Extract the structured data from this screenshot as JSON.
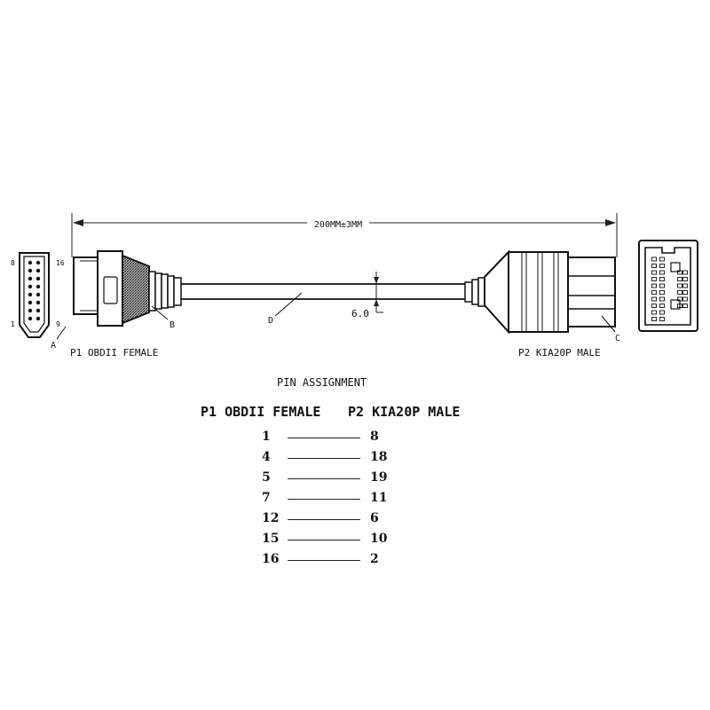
{
  "dimension": {
    "length": "200MM±3MM",
    "cable_diameter": "6.0"
  },
  "callouts": {
    "a": "A",
    "b": "B",
    "c": "C",
    "d": "D"
  },
  "p1_pin_numbers": {
    "top_left": "8",
    "top_right": "16",
    "bottom_left": "1",
    "bottom_right": "9"
  },
  "p1_label": "P1 OBDII FEMALE",
  "p2_label": "P2 KIA20P MALE",
  "pin_assignment": {
    "title": "PIN ASSIGNMENT",
    "col_p1": "P1 OBDII FEMALE",
    "col_p2": "P2 KIA20P MALE",
    "rows": [
      {
        "p1": "1",
        "p2": "8"
      },
      {
        "p1": "4",
        "p2": "18"
      },
      {
        "p1": "5",
        "p2": "19"
      },
      {
        "p1": "7",
        "p2": "11"
      },
      {
        "p1": "12",
        "p2": "6"
      },
      {
        "p1": "15",
        "p2": "10"
      },
      {
        "p1": "16",
        "p2": "2"
      }
    ]
  },
  "colors": {
    "ink": "#111111",
    "hatch": "#2a2a2a"
  }
}
